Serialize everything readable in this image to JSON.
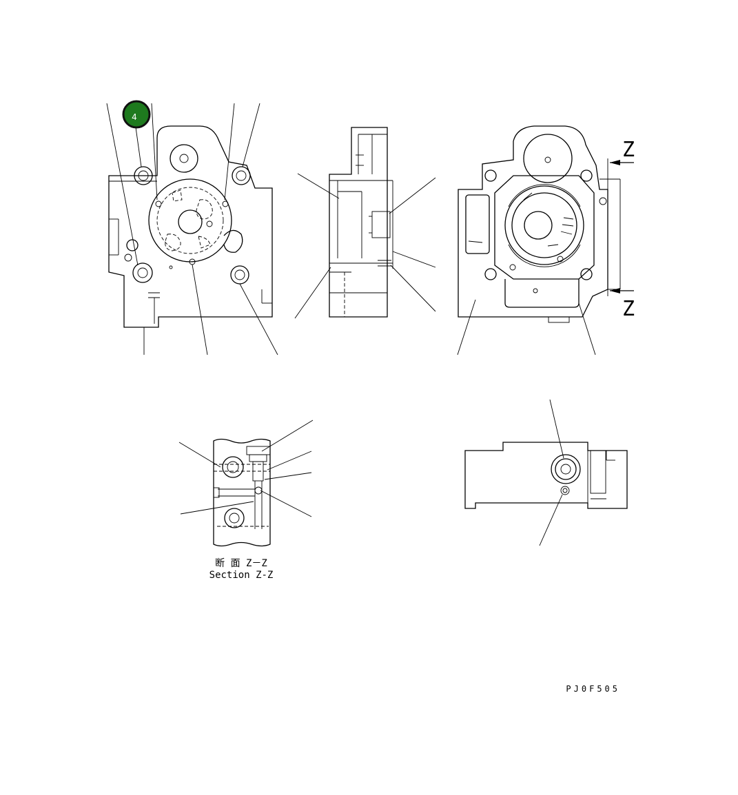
{
  "callout": {
    "label": "4",
    "fill_color": "#1e7a1e",
    "border_color": "#111111"
  },
  "section_mark": {
    "letter_top": "Z",
    "letter_bottom": "Z"
  },
  "section_caption": {
    "jp": "断 面 Z－Z",
    "en": "Section Z-Z"
  },
  "drawing_code": "PJ0F505"
}
